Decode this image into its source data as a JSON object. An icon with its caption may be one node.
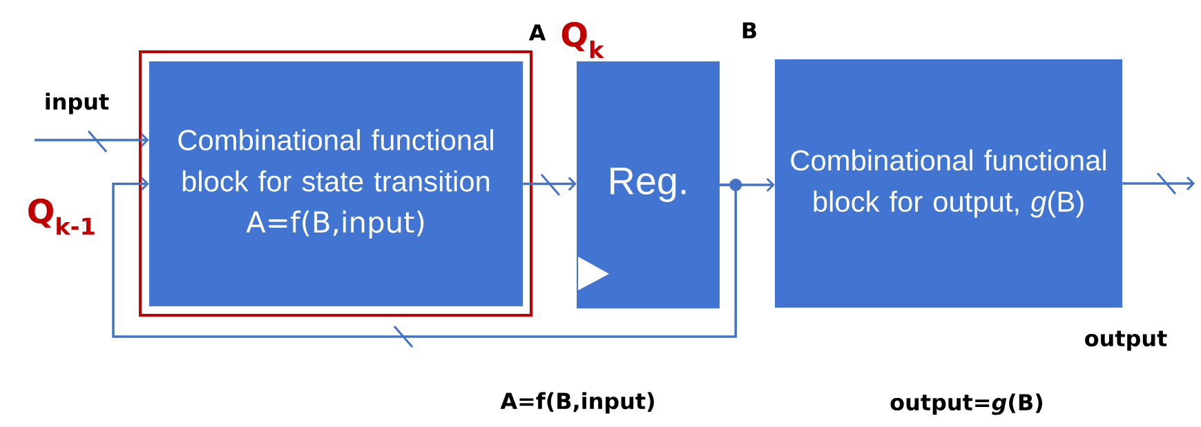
{
  "diagram": {
    "nodes": [
      {
        "text": [
          "Combinational functional block for state transition",
          "A=f(B,input)"
        ]
      },
      {
        "text": [
          "Reg."
        ]
      },
      {
        "text": [
          "Combinational functional block for output, *g*(B)"
        ]
      }
    ],
    "edges": [
      {
        "from": null,
        "to": 0,
        "arrow": "to"
      },
      {
        "from": 0,
        "to": 1,
        "arrow": "to"
      },
      {
        "from": 1,
        "to": 2,
        "arrow": "to"
      },
      {
        "from": 1,
        "to": 0,
        "arrow": "to"
      },
      {
        "from": 2,
        "to": null,
        "arrow": "to"
      }
    ],
    "labels": [
      "input",
      "Q$_{k-1}$",
      "A",
      "Q$_{k}$",
      "B",
      "output",
      "A=f(B,input)",
      "output=*g*(B)"
    ]
  }
}
